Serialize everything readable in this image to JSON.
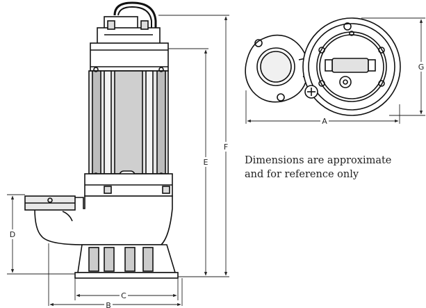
{
  "note": {
    "line1": "Dimensions are approximate",
    "line2": "and for reference only"
  },
  "dimensions": {
    "A": "A",
    "B": "B",
    "C": "C",
    "D": "D",
    "E": "E",
    "F": "F",
    "G": "G"
  }
}
